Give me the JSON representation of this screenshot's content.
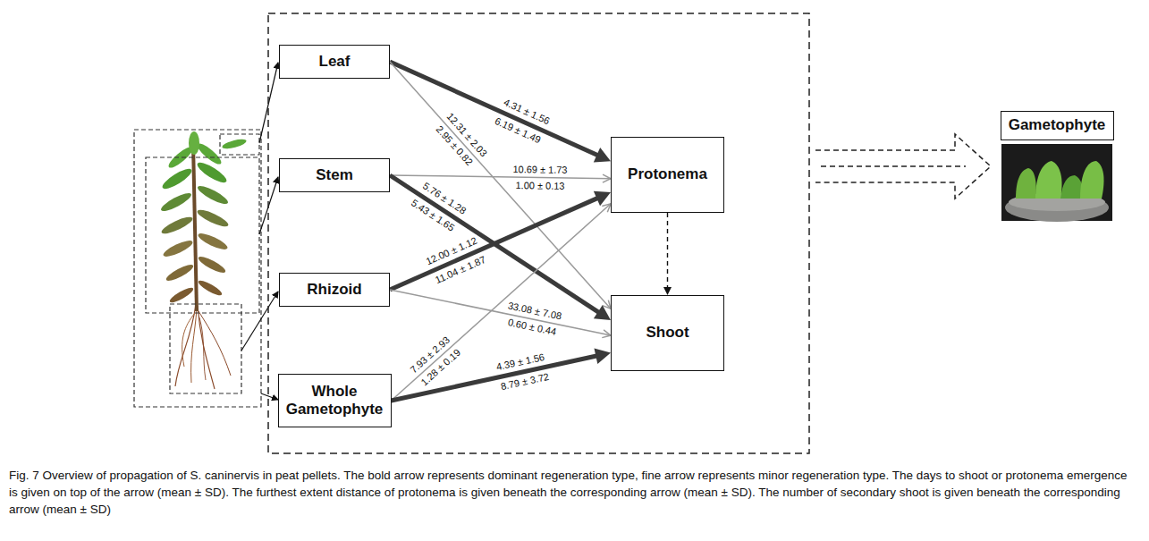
{
  "diagram": {
    "caption": "Fig. 7 Overview of propagation of S. caninervis in peat pellets. The bold arrow represents dominant regeneration type, fine arrow represents minor regeneration type. The days to shoot or protonema emergence is given on top of the arrow (mean ± SD). The furthest extent distance of protonema is given beneath the corresponding arrow (mean ± SD). The number of secondary shoot is given beneath the corresponding arrow (mean ± SD)",
    "nodes": [
      {
        "text": [
          "Leaf"
        ]
      },
      {
        "text": [
          "Stem"
        ]
      },
      {
        "text": [
          "Rhizoid"
        ]
      },
      {
        "text": [
          "Whole Gametophyte"
        ]
      },
      {
        "text": [
          "Protonema"
        ]
      },
      {
        "text": [
          "Shoot"
        ]
      },
      {
        "text": [
          "Gametophyte"
        ]
      }
    ],
    "edges": [
      {
        "from": 0,
        "to": 4,
        "arrow": "to",
        "label": "4.31 ± 1.56"
      },
      {
        "from": 0,
        "to": 5,
        "arrow": "to",
        "label": "12.31 ± 2.03"
      },
      {
        "from": 1,
        "to": 4,
        "arrow": "to",
        "label": "10.69 ± 1.73"
      },
      {
        "from": 1,
        "to": 5,
        "arrow": "to",
        "label": "5.76 ± 1.28"
      },
      {
        "from": 2,
        "to": 4,
        "arrow": "to",
        "label": "12.00 ± 1.12"
      },
      {
        "from": 2,
        "to": 5,
        "arrow": "to",
        "label": "33.08 ± 7.08"
      },
      {
        "from": 3,
        "to": 4,
        "arrow": "to",
        "label": "7.93 ± 2.93"
      },
      {
        "from": 3,
        "to": 5,
        "arrow": "to",
        "label": "4.39 ± 1.56"
      },
      {
        "from": 4,
        "to": 5,
        "arrow": "to"
      }
    ],
    "labels": [
      "6.19 ± 1.49",
      "2.95 ± 0.82",
      "1.00 ± 0.13",
      "5.43 ± 1.65",
      "11.04 ± 1.87",
      "0.60 ± 0.44",
      "1.28 ± 0.19",
      "8.79 ± 3.72"
    ]
  }
}
